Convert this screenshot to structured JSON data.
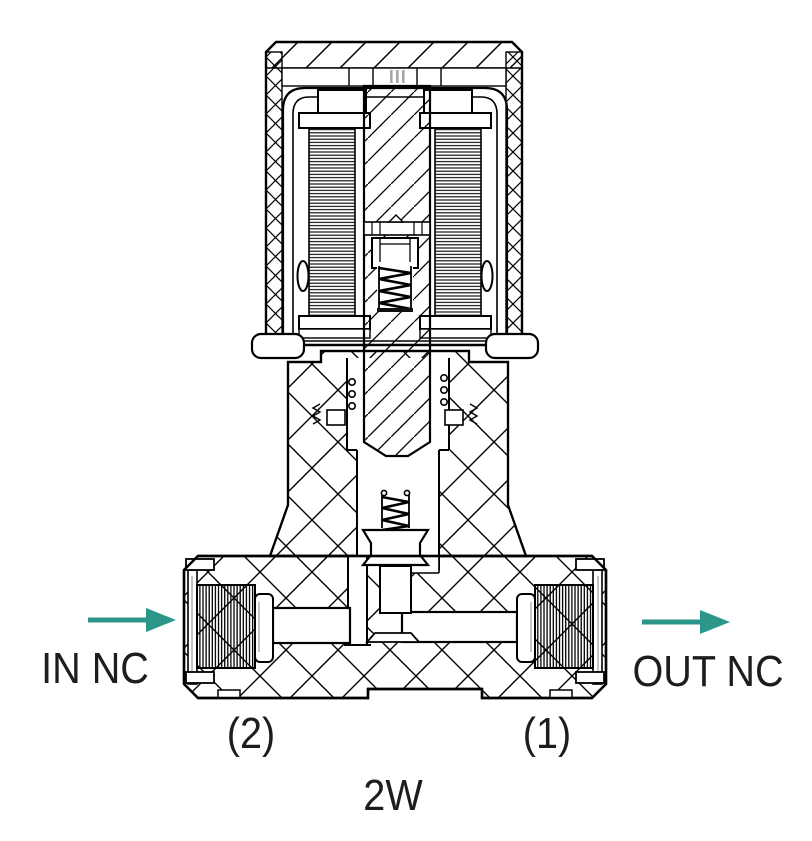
{
  "diagram": {
    "flow_arrow_color": "#2b9689",
    "line_color": "#000000",
    "valve_type_label": "2W",
    "inlet": {
      "label": "IN NC",
      "port_number": "(2)"
    },
    "outlet": {
      "label": "OUT NC",
      "port_number": "(1)"
    }
  }
}
